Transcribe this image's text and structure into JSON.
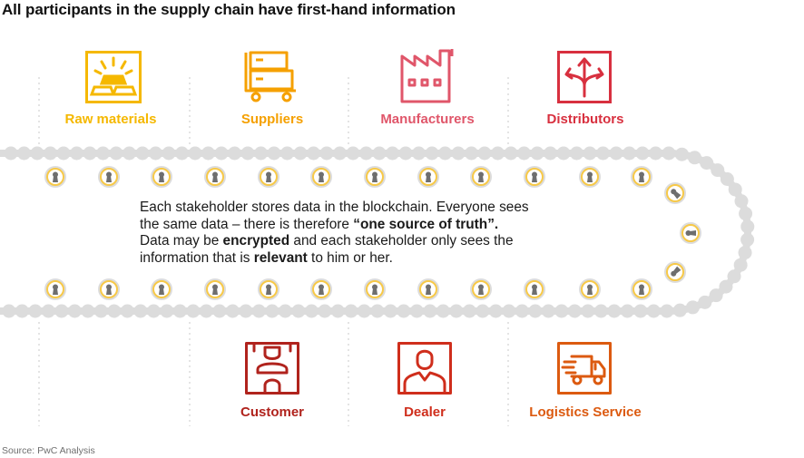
{
  "title": "All participants in the supply chain have first-hand information",
  "source": "Source: PwC Analysis",
  "top_participants": [
    {
      "label": "Raw materials",
      "icon": "gold-bars-icon",
      "color": "#f5b800"
    },
    {
      "label": "Suppliers",
      "icon": "hand-truck-boxes-icon",
      "color": "#f5a000"
    },
    {
      "label": "Manufacturers",
      "icon": "factory-icon",
      "color": "#e0566a"
    },
    {
      "label": "Distributors",
      "icon": "branching-arrows-icon",
      "color": "#d8303f"
    }
  ],
  "bottom_participants": [
    {
      "label": "Customer",
      "icon": "customer-at-counter-icon",
      "color": "#b0231d"
    },
    {
      "label": "Dealer",
      "icon": "person-icon",
      "color": "#cf2e1c"
    },
    {
      "label": "Logistics Service",
      "icon": "delivery-truck-icon",
      "color": "#dc5a10"
    }
  ],
  "description": {
    "line1": "Each stakeholder stores data in the blockchain. Everyone sees",
    "line2_pre": "the same data – there is therefore ",
    "line2_bold": "“one source of truth”.",
    "line3_pre": "Data may be ",
    "line3_bold": "encrypted",
    "line3_post": " and each stakeholder only sees the",
    "line4_pre": "information that is ",
    "line4_bold": "relevant",
    "line4_post": " to him or her."
  },
  "chain": {
    "link_color": "#dcdcdc",
    "ring_color": "#f7c948",
    "keyhole_color": "#6e6e6e",
    "link_icon": "padlock-keyhole-icon"
  }
}
